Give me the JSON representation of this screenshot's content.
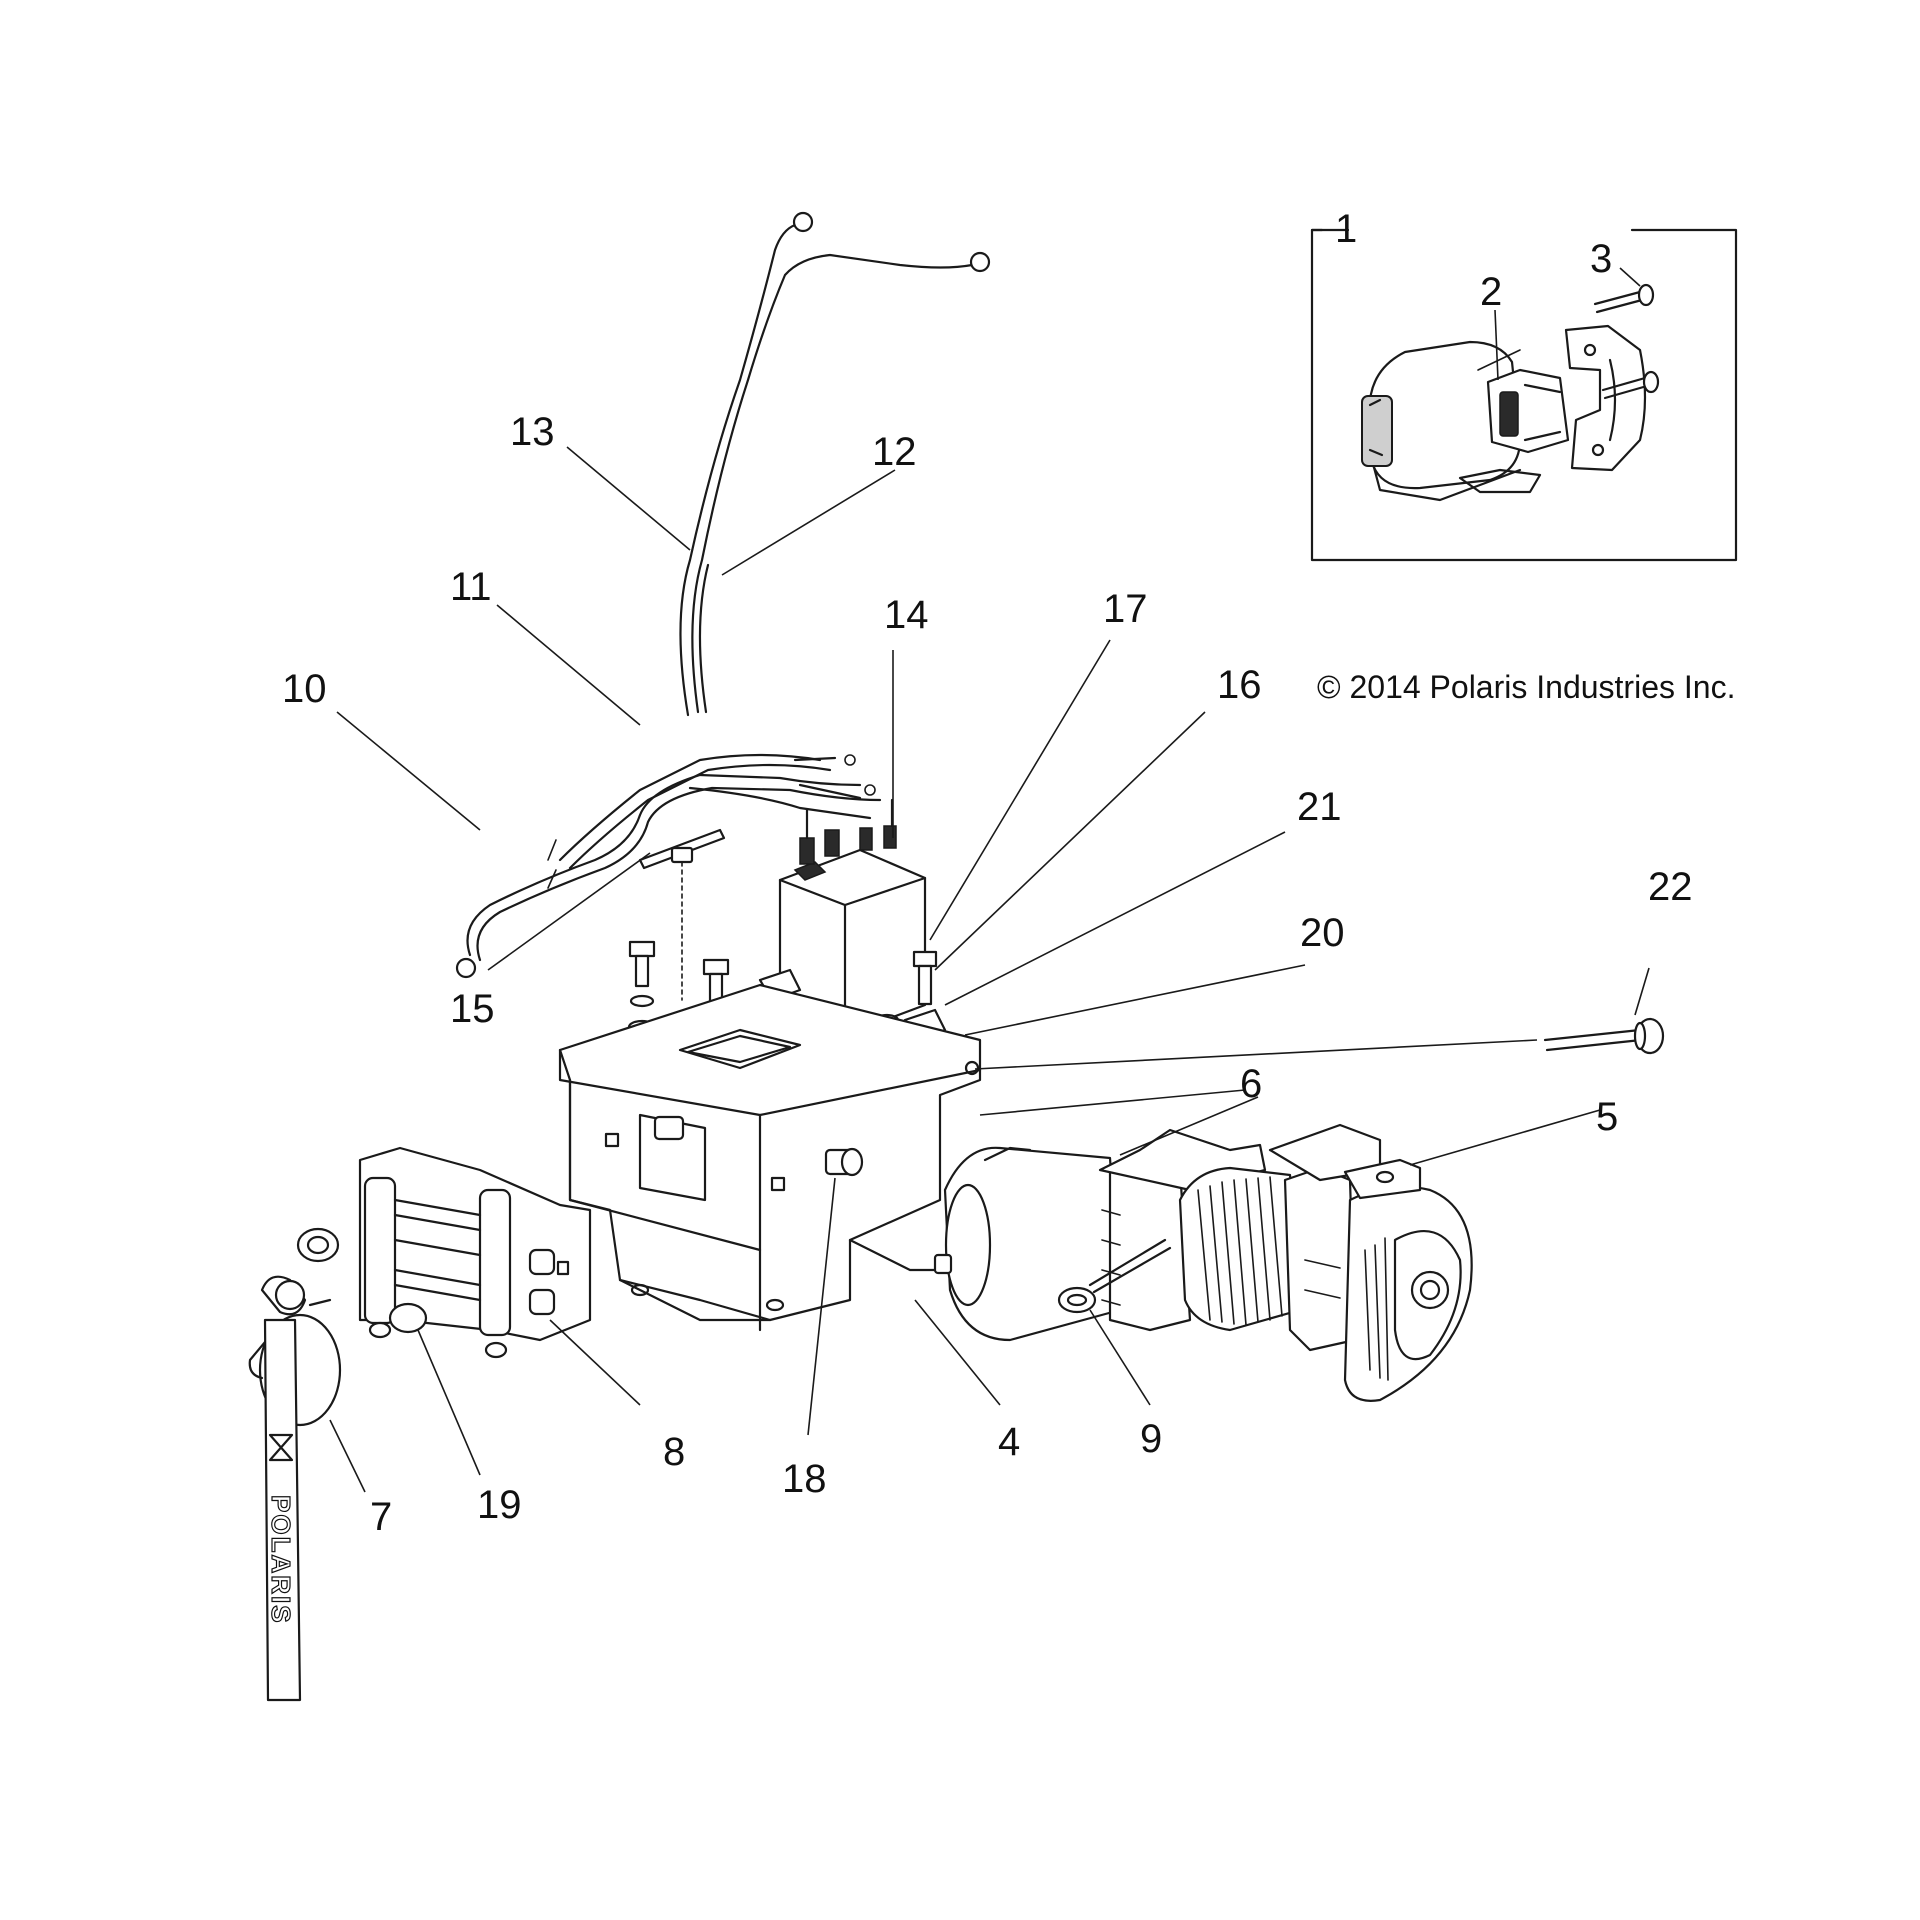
{
  "copyright": "© 2014 Polaris Industries Inc.",
  "brand_mark": "POLARIS",
  "callouts": [
    "1",
    "2",
    "3",
    "4",
    "5",
    "6",
    "7",
    "8",
    "9",
    "10",
    "11",
    "12",
    "13",
    "14",
    "15",
    "16",
    "17",
    "18",
    "19",
    "20",
    "21",
    "22"
  ]
}
